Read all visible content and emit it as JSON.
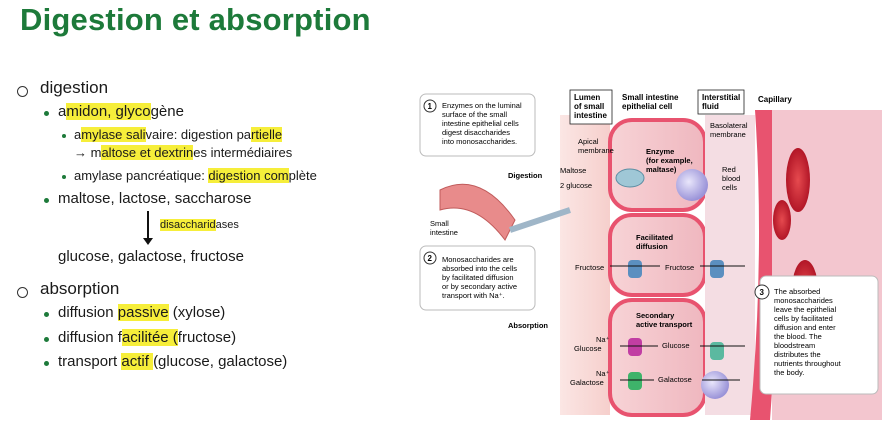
{
  "title": "Digestion et absorption",
  "digestion": {
    "heading": "digestion",
    "item1": {
      "pre": "a",
      "hl": "midon, glyco",
      "post": "gène"
    },
    "sub1": {
      "p1": "a",
      "h1": "mylase sali",
      "p2": "vaire: digestion pa",
      "h2": "rtielle",
      "line2_arrow": "→ m",
      "h3": "altose et dextrin",
      "p3": "es intermédiaires"
    },
    "sub2": {
      "p1": "amylase pancréatique: ",
      "h1": "digestion com",
      "p2": "plète"
    },
    "item2": "maltose, lactose, saccharose",
    "enzyme": {
      "hl": "disaccharid",
      "post": "ases"
    },
    "products": "glucose, galactose, fructose"
  },
  "absorption": {
    "heading": "absorption",
    "items": [
      {
        "pre": "diffusion ",
        "hl": "passive",
        "post": " (xylose)"
      },
      {
        "pre": "diffusion f",
        "hl": "acilitée (",
        "post": "fructose)"
      },
      {
        "pre": "transport ",
        "hl": "actif ",
        "post": " (glucose, galactose)"
      }
    ]
  },
  "figure": {
    "headers": {
      "lumen": [
        "Lumen",
        "of small",
        "intestine"
      ],
      "cell": [
        "Small intestine",
        "epithelial cell"
      ],
      "interstitial": [
        "Interstitial",
        "fluid"
      ],
      "capillary": "Capillary"
    },
    "labels": {
      "apical": [
        "Apical",
        "membrane"
      ],
      "basolateral": [
        "Basolateral",
        "membrane"
      ],
      "red_blood": [
        "Red",
        "blood",
        "cells"
      ],
      "enzyme": [
        "Enzyme",
        "(for example,",
        "maltase)"
      ],
      "digestion": "Digestion",
      "maltose": "Maltose",
      "two_glucose": "2 glucose",
      "small_intestine": [
        "Small",
        "intestine"
      ],
      "facilitated": [
        "Facilitated",
        "diffusion"
      ],
      "fructose_left": "Fructose",
      "fructose_right": "Fructose",
      "secondary": [
        "Secondary",
        "active transport"
      ],
      "absorption": "Absorption",
      "na1": "Na⁺",
      "glucose_left": "Glucose",
      "glucose_right": "Glucose",
      "na2": "Na⁺",
      "galactose_left": "Galactose",
      "galactose_right": "Galactose"
    },
    "callouts": [
      {
        "num": "1",
        "lines": [
          "Enzymes on the luminal",
          "surface of the small",
          "intestine epithelial cells",
          "digest disaccharides",
          "into monosaccharides."
        ]
      },
      {
        "num": "2",
        "lines": [
          "Monosaccharides are",
          "absorbed into the cells",
          "by facilitated diffusion",
          "or by secondary active",
          "transport with Na⁺."
        ]
      },
      {
        "num": "3",
        "lines": [
          "The absorbed",
          "monosaccharides",
          "leave the epithelial",
          "cells by facilitated",
          "diffusion and enter",
          "the blood. The",
          "bloodstream",
          "distributes the",
          "nutrients throughout",
          "the body."
        ]
      }
    ],
    "colors": {
      "title_green": "#1d7a3a",
      "highlight": "#f6ee3a",
      "membrane": "#e8536f",
      "blood": "#c8102e"
    }
  }
}
